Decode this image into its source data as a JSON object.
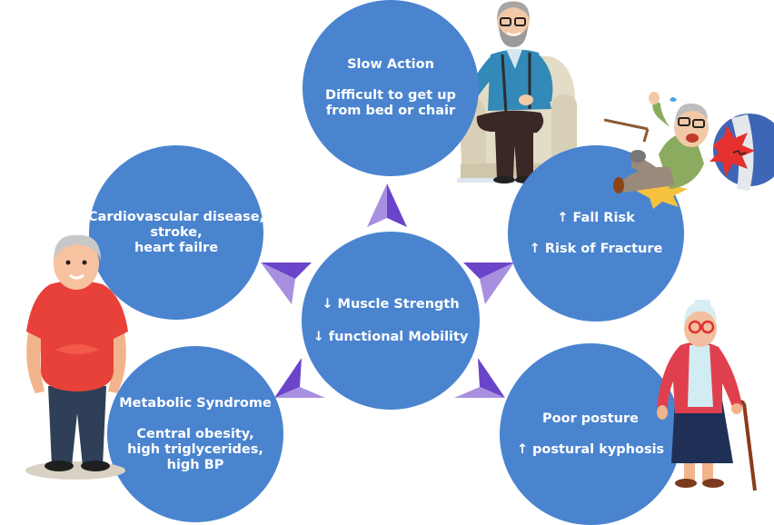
{
  "diagram": {
    "center": {
      "lines": [
        "↓ Muscle Strength",
        "↓ functional Mobility"
      ]
    },
    "nodes": [
      {
        "id": "slow-action",
        "title": "Slow Action",
        "detail": [
          "Difficult to get up",
          "from bed or chair"
        ]
      },
      {
        "id": "cardiovascular",
        "title": "",
        "detail": [
          "Cardiovascular disease,",
          "stroke,",
          "heart failre"
        ]
      },
      {
        "id": "metabolic",
        "title": "Metabolic Syndrome",
        "detail": [
          "Central obesity,",
          "high triglycerides,",
          "high BP"
        ]
      },
      {
        "id": "fall-risk",
        "title": "↑ Fall Risk",
        "detail": [
          "↑ Risk of Fracture"
        ]
      },
      {
        "id": "posture",
        "title": "Poor posture",
        "detail": [
          "↑  postural kyphosis"
        ]
      }
    ],
    "illustrations": [
      "elderly-man-sitting-in-armchair",
      "elderly-man-falling-with-bone-fracture",
      "overweight-elderly-man-standing",
      "elderly-woman-with-cane"
    ]
  },
  "colors": {
    "circle": "#4a84cf",
    "text": "#ffffff",
    "arrow_dark": "#6a45c9",
    "arrow_light": "#a890e0"
  }
}
